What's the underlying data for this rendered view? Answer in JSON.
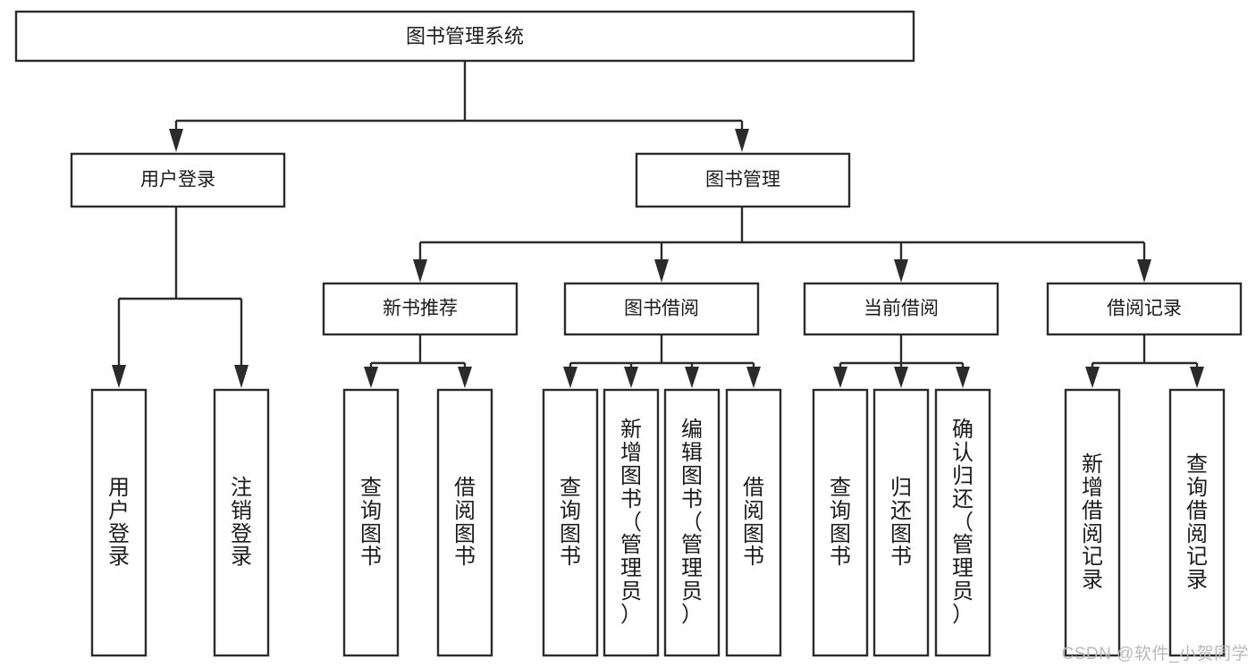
{
  "diagram": {
    "type": "tree",
    "title": "图书管理系统",
    "watermark": "CSDN @软件_小贺同学",
    "colors": {
      "stroke": "#2b2b2b",
      "fill": "#ffffff",
      "text": "#1c1c1c",
      "watermark": "#b9b9b9",
      "background": "#ffffff"
    },
    "nodes": {
      "root": {
        "label": "图书管理系统"
      },
      "level2": [
        {
          "label": "用户登录"
        },
        {
          "label": "图书管理"
        }
      ],
      "level3": [
        {
          "label": "新书推荐"
        },
        {
          "label": "图书借阅"
        },
        {
          "label": "当前借阅"
        },
        {
          "label": "借阅记录"
        }
      ],
      "leaves": [
        {
          "label": "用户登录",
          "chars": [
            "用",
            "户",
            "登",
            "录"
          ]
        },
        {
          "label": "注销登录",
          "chars": [
            "注",
            "销",
            "登",
            "录"
          ]
        },
        {
          "label": "查询图书",
          "chars": [
            "查",
            "询",
            "图",
            "书"
          ]
        },
        {
          "label": "借阅图书",
          "chars": [
            "借",
            "阅",
            "图",
            "书"
          ]
        },
        {
          "label": "查询图书",
          "chars": [
            "查",
            "询",
            "图",
            "书"
          ]
        },
        {
          "label": "新增图书（管理员）",
          "chars": [
            "新",
            "增",
            "图",
            "书",
            "（",
            "管",
            "理",
            "员",
            "）"
          ]
        },
        {
          "label": "编辑图书（管理员）",
          "chars": [
            "编",
            "辑",
            "图",
            "书",
            "（",
            "管",
            "理",
            "员",
            "）"
          ]
        },
        {
          "label": "借阅图书",
          "chars": [
            "借",
            "阅",
            "图",
            "书"
          ]
        },
        {
          "label": "查询图书",
          "chars": [
            "查",
            "询",
            "图",
            "书"
          ]
        },
        {
          "label": "归还图书",
          "chars": [
            "归",
            "还",
            "图",
            "书"
          ]
        },
        {
          "label": "确认归还（管理员）",
          "chars": [
            "确",
            "认",
            "归",
            "还",
            "（",
            "管",
            "理",
            "员",
            "）"
          ]
        },
        {
          "label": "新增借阅记录",
          "chars": [
            "新",
            "增",
            "借",
            "阅",
            "记",
            "录"
          ]
        },
        {
          "label": "查询借阅记录",
          "chars": [
            "查",
            "询",
            "借",
            "阅",
            "记",
            "录"
          ]
        }
      ]
    },
    "edges": [
      {
        "from": "图书管理系统",
        "to": "用户登录"
      },
      {
        "from": "图书管理系统",
        "to": "图书管理"
      },
      {
        "from": "用户登录",
        "to": "用户登录"
      },
      {
        "from": "用户登录",
        "to": "注销登录"
      },
      {
        "from": "图书管理",
        "to": "新书推荐"
      },
      {
        "from": "图书管理",
        "to": "图书借阅"
      },
      {
        "from": "图书管理",
        "to": "当前借阅"
      },
      {
        "from": "图书管理",
        "to": "借阅记录"
      },
      {
        "from": "新书推荐",
        "to": "查询图书"
      },
      {
        "from": "新书推荐",
        "to": "借阅图书"
      },
      {
        "from": "图书借阅",
        "to": "查询图书"
      },
      {
        "from": "图书借阅",
        "to": "新增图书（管理员）"
      },
      {
        "from": "图书借阅",
        "to": "编辑图书（管理员）"
      },
      {
        "from": "图书借阅",
        "to": "借阅图书"
      },
      {
        "from": "当前借阅",
        "to": "查询图书"
      },
      {
        "from": "当前借阅",
        "to": "归还图书"
      },
      {
        "from": "当前借阅",
        "to": "确认归还（管理员）"
      },
      {
        "from": "借阅记录",
        "to": "新增借阅记录"
      },
      {
        "from": "借阅记录",
        "to": "查询借阅记录"
      }
    ]
  }
}
